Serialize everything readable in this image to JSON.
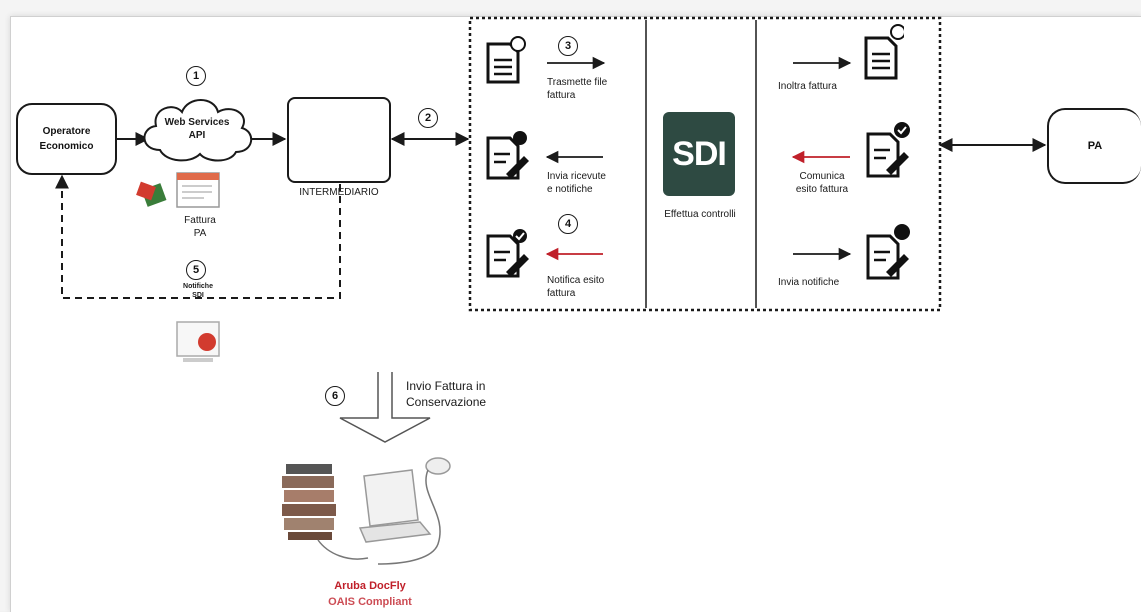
{
  "nodes": {
    "operatore": "Operatore\nEconomico",
    "webservices": "Web Services\nAPI",
    "intermediario": "INTERMEDIARIO",
    "pa": "PA"
  },
  "numbers": {
    "n1": "1",
    "n2": "2",
    "n3": "3",
    "n4": "4",
    "n5": "5",
    "n6": "6"
  },
  "labels": {
    "fattura_pa": "Fattura\nPA",
    "notifiche_sdi": "Notifiche\nSDI",
    "trasmette": "Trasmette file\nfattura",
    "invia_ricevute": "Invia ricevute\ne notifiche",
    "notifica_esito": "Notifica esito\nfattura",
    "sdi": "SDI",
    "effettua_controlli": "Effettua controlli",
    "inoltra_fattura": "Inoltra fattura",
    "comunica_esito": "Comunica\nesito fattura",
    "invia_notifiche": "Invia notifiche",
    "invio_conservazione": "Invio Fattura in\nConservazione",
    "aruba_docfly": "Aruba DocFly",
    "oais": "OAIS Compliant"
  },
  "colors": {
    "line": "#1a1a1a",
    "red_arrow": "#c0202a",
    "sdi_bg": "#2e4a42",
    "brand_red": "#c0202a"
  },
  "icons": [
    "document-icon",
    "document-check-icon",
    "document-edit-icon",
    "cloud-icon",
    "laptop-icon",
    "archive-icon"
  ]
}
